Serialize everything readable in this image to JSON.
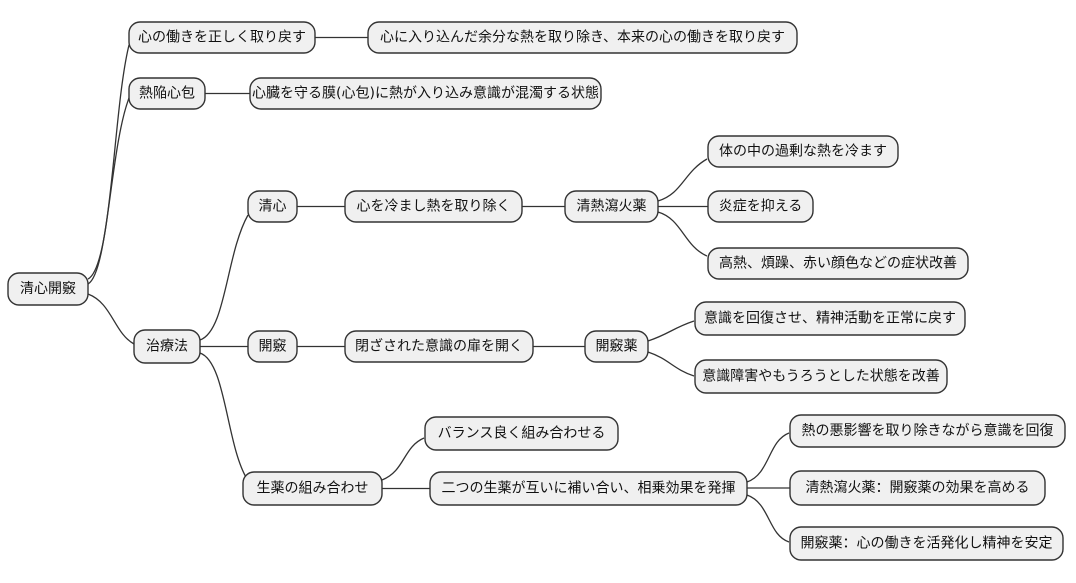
{
  "diagram": {
    "type": "mindmap",
    "background_color": "#ffffff",
    "node_fill_color": "#f0f0f0",
    "node_border_color": "#333333",
    "edge_color": "#333333",
    "root": {
      "label": "清心開竅",
      "children": [
        {
          "label": "心の働きを正しく取り戻す",
          "children": [
            {
              "label": "心に入り込んだ余分な熱を取り除き、本来の心の働きを取り戻す"
            }
          ]
        },
        {
          "label": "熱陥心包",
          "children": [
            {
              "label": "心臓を守る膜(心包)に熱が入り込み意識が混濁する状態"
            }
          ]
        },
        {
          "label": "治療法",
          "children": [
            {
              "label": "清心",
              "children": [
                {
                  "label": "心を冷まし熱を取り除く",
                  "children": [
                    {
                      "label": "清熱瀉火薬",
                      "children": [
                        {
                          "label": "体の中の過剰な熱を冷ます"
                        },
                        {
                          "label": "炎症を抑える"
                        },
                        {
                          "label": "高熱、煩躁、赤い顔色などの症状改善"
                        }
                      ]
                    }
                  ]
                }
              ]
            },
            {
              "label": "開竅",
              "children": [
                {
                  "label": "閉ざされた意識の扉を開く",
                  "children": [
                    {
                      "label": "開竅薬",
                      "children": [
                        {
                          "label": "意識を回復させ、精神活動を正常に戻す"
                        },
                        {
                          "label": "意識障害やもうろうとした状態を改善"
                        }
                      ]
                    }
                  ]
                }
              ]
            },
            {
              "label": "生薬の組み合わせ",
              "children": [
                {
                  "label": "バランス良く組み合わせる"
                },
                {
                  "label": "二つの生薬が互いに補い合い、相乗効果を発揮",
                  "children": [
                    {
                      "label": "熱の悪影響を取り除きながら意識を回復"
                    },
                    {
                      "label": "清熱瀉火薬：開竅薬の効果を高める"
                    },
                    {
                      "label": "開竅薬：心の働きを活発化し精神を安定"
                    }
                  ]
                }
              ]
            }
          ]
        }
      ]
    }
  }
}
